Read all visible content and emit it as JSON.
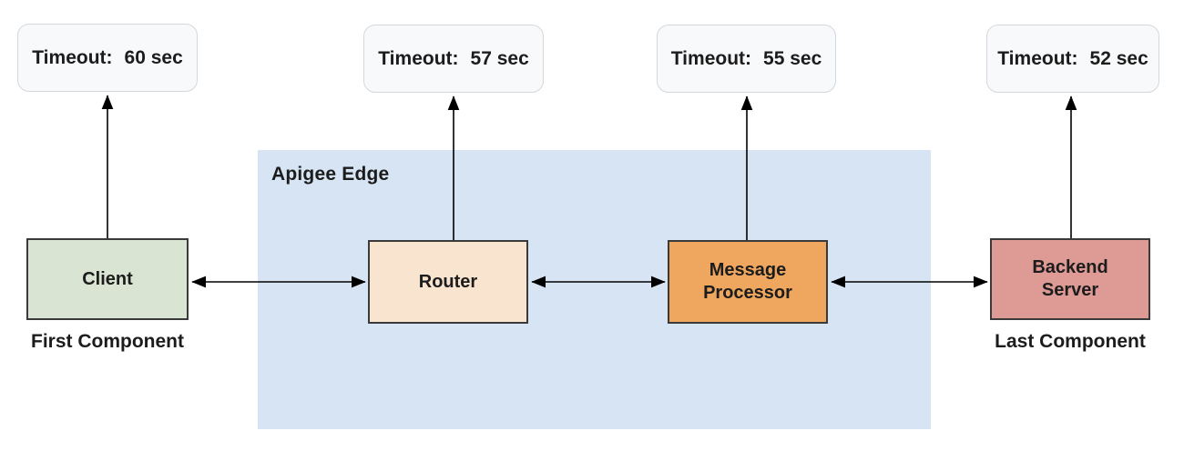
{
  "region": {
    "label": "Apigee Edge"
  },
  "labels": {
    "timeout_prefix": "Timeout:"
  },
  "components": [
    {
      "id": "client",
      "label": "Client",
      "caption": "First Component",
      "timeout": "60 sec"
    },
    {
      "id": "router",
      "label": "Router",
      "timeout": "57 sec"
    },
    {
      "id": "message-processor",
      "label": "Message Processor",
      "timeout": "55 sec"
    },
    {
      "id": "backend-server",
      "label": "Backend Server",
      "caption": "Last Component",
      "timeout": "52 sec"
    }
  ],
  "colors": {
    "region_fill": "#d7e4f4",
    "client_fill": "#d9e5d2",
    "router_fill": "#f9e4d0",
    "processor_fill": "#efa75f",
    "backend_fill": "#de9a94",
    "box_border": "#3a3a3a",
    "timeout_fill": "#f8f9fa",
    "timeout_border": "#d4d8dd",
    "arrow": "#000000",
    "text": "#1c1c1c"
  }
}
